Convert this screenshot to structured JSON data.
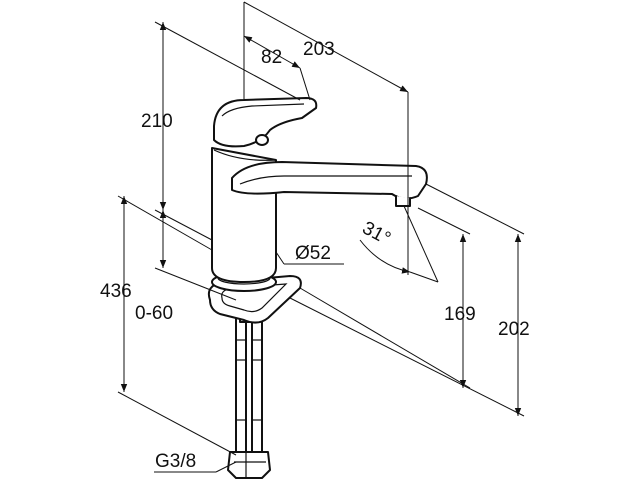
{
  "drawing": {
    "dimensions": {
      "spout_reach": "203",
      "lever_offset": "82",
      "height_above_deck": "210",
      "total_height": "436",
      "deck_thickness": "0-60",
      "body_diameter": "Ø52",
      "swivel_angle": "31°",
      "spout_height": "169",
      "top_height": "202",
      "thread": "G3/8"
    }
  }
}
